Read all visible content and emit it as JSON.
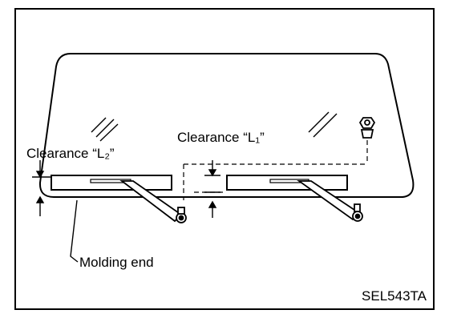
{
  "figure": {
    "labels": {
      "clearance_l2": "Clearance “L₂”",
      "clearance_l1": "Clearance “L₁”",
      "molding_end": "Molding end"
    },
    "code": "SEL543TA"
  },
  "colors": {
    "ink": "#000000",
    "background": "#ffffff"
  }
}
